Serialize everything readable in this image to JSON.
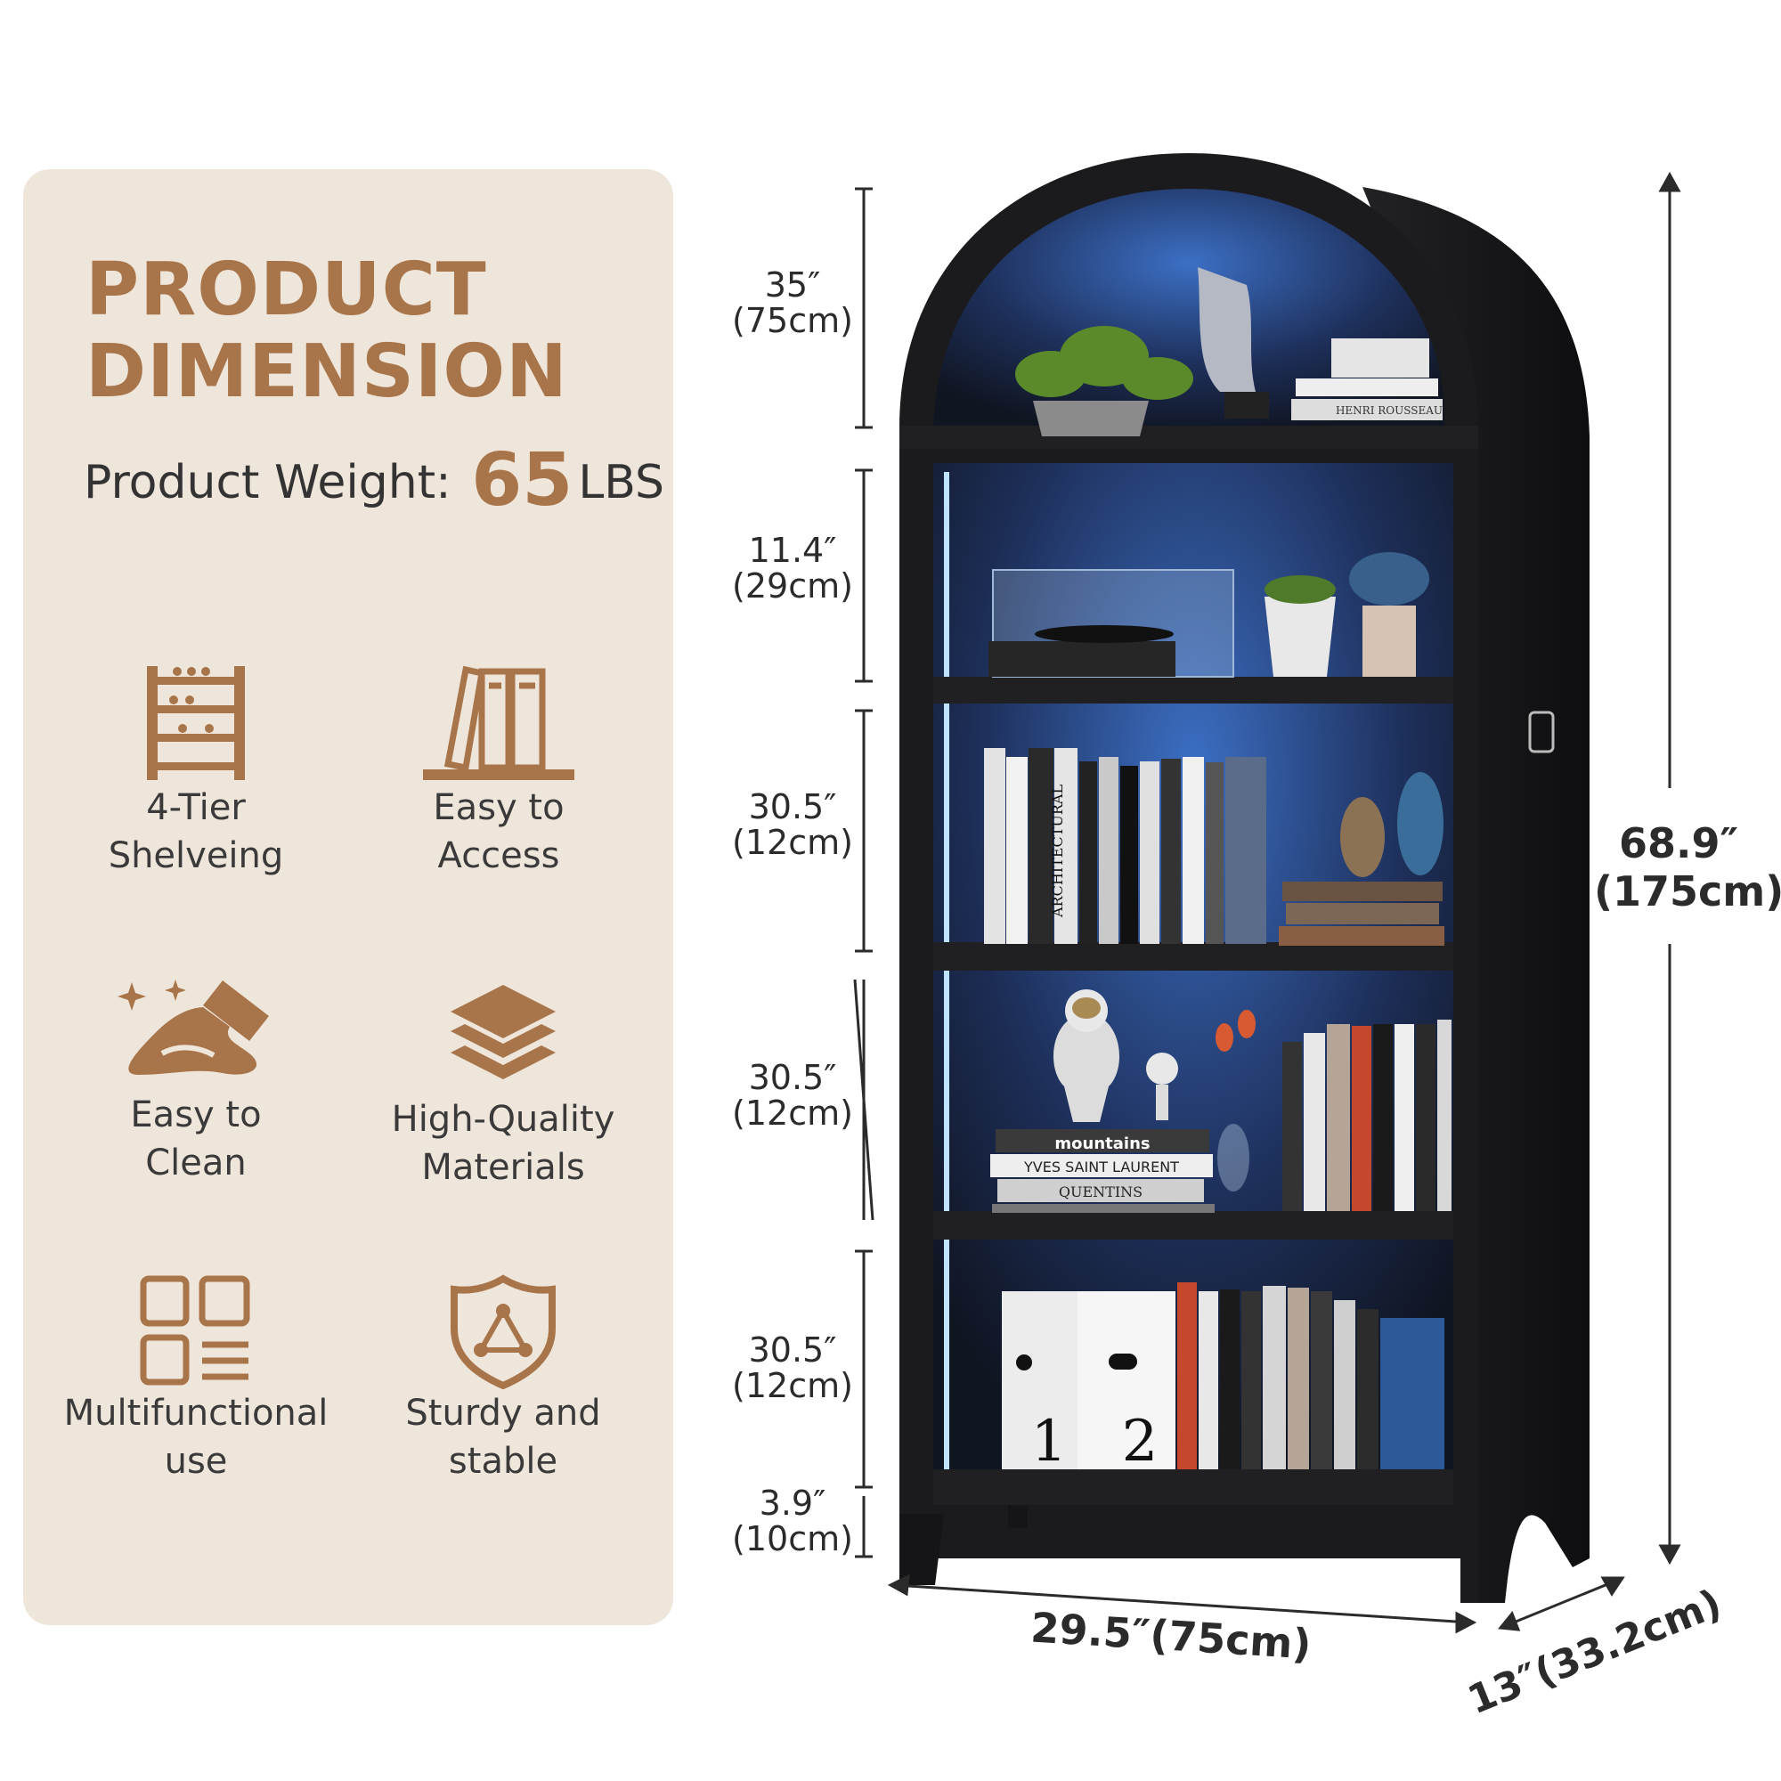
{
  "panel": {
    "title_line1": "PRODUCT",
    "title_line2": "DIMENSION",
    "weight_label": "Product Weight:",
    "weight_value": "65",
    "weight_unit": "LBS"
  },
  "features": [
    {
      "label": "4-Tier\nShelveing",
      "icon": "shelf-icon"
    },
    {
      "label": "Easy to\nAccess",
      "icon": "books-icon"
    },
    {
      "label": "Easy to\nClean",
      "icon": "cleaning-cloth-icon"
    },
    {
      "label": "High-Quality\nMaterials",
      "icon": "layers-icon"
    },
    {
      "label": "Multifunctional\nuse",
      "icon": "grid-icon"
    },
    {
      "label": "Sturdy and\nstable",
      "icon": "shield-icon"
    }
  ],
  "dimensions": {
    "arch": {
      "in": "35″",
      "cm": "(75cm)"
    },
    "tier1": {
      "in": "11.4″",
      "cm": "(29cm)"
    },
    "tier2": {
      "in": "30.5″",
      "cm": "(12cm)"
    },
    "tier3": {
      "in": "30.5″",
      "cm": "(12cm)"
    },
    "tier4": {
      "in": "30.5″",
      "cm": "(12cm)"
    },
    "base": {
      "in": "3.9″",
      "cm": "(10cm)"
    },
    "height_in": "68.9″",
    "height_cm": "(175cm)",
    "width": "29.5″(75cm)",
    "depth": "13″(33.2cm)"
  },
  "product_labels": {
    "book_architectural": "ARCHITECTURAL",
    "book_mountains": "mountains",
    "book_ysl": "YVES SAINT LAURENT",
    "book_quentins": "QUENTINS",
    "book_rousseau": "HENRI ROUSSEAU",
    "box_1": "1",
    "box_2": "2"
  },
  "colors": {
    "accent": "#a87449",
    "panel_bg": "#efe6db",
    "cabinet": "#1b1b1d",
    "led": "#2f7de8"
  }
}
